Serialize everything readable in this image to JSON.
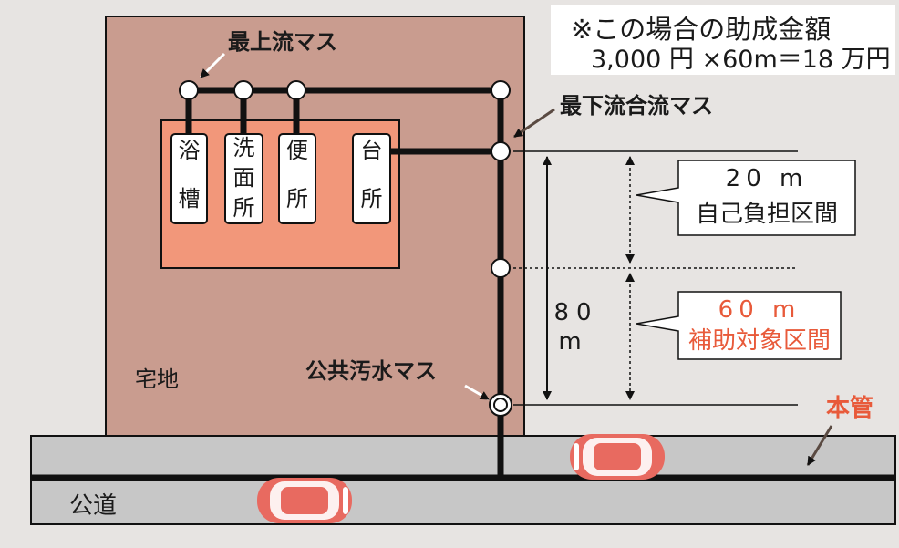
{
  "colors": {
    "background": "#e7e4e2",
    "lot": "#c99c8f",
    "house": "#f2977a",
    "road": "#c7c7c7",
    "pipe": "#111111",
    "accent": "#e85a3a",
    "car": "#e86a60"
  },
  "subsidy_note": {
    "title": "※この場合の助成金額",
    "formula": "3,000 円 ×60m＝18 万円"
  },
  "labels": {
    "top_manhole": "最上流マス",
    "bottom_confluence": "最下流合流マス",
    "public_manhole": "公共汚水マス",
    "lot": "宅地",
    "main_pipe": "本管",
    "road": "公道"
  },
  "rooms": [
    {
      "id": "bath",
      "lines": [
        "浴",
        "槽"
      ]
    },
    {
      "id": "washroom",
      "lines": [
        "洗",
        "面",
        "所"
      ]
    },
    {
      "id": "toilet",
      "lines": [
        "便",
        "所"
      ]
    },
    {
      "id": "kitchen",
      "lines": [
        "台",
        "所"
      ]
    }
  ],
  "sections": {
    "self_pay": {
      "length": "20 m",
      "name": "自己負担区間"
    },
    "subsidized": {
      "length": "60 m",
      "name": "補助対象区間"
    },
    "total": {
      "number": "80",
      "unit": "m"
    }
  }
}
